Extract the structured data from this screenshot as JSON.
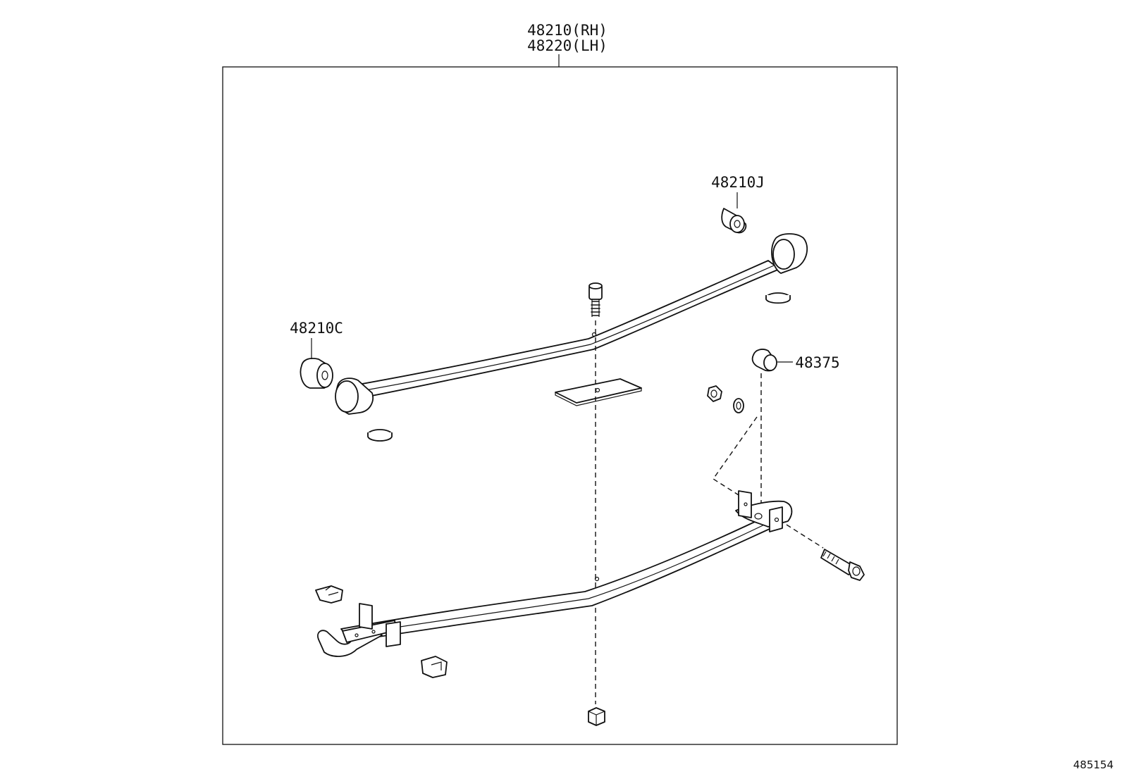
{
  "callouts": {
    "assembly_rh": "48210(RH)",
    "assembly_lh": "48220(LH)",
    "bushing_front": "48210C",
    "bushing_rear": "48210J",
    "bushing_spacer": "48375"
  },
  "figure_code": "485154"
}
